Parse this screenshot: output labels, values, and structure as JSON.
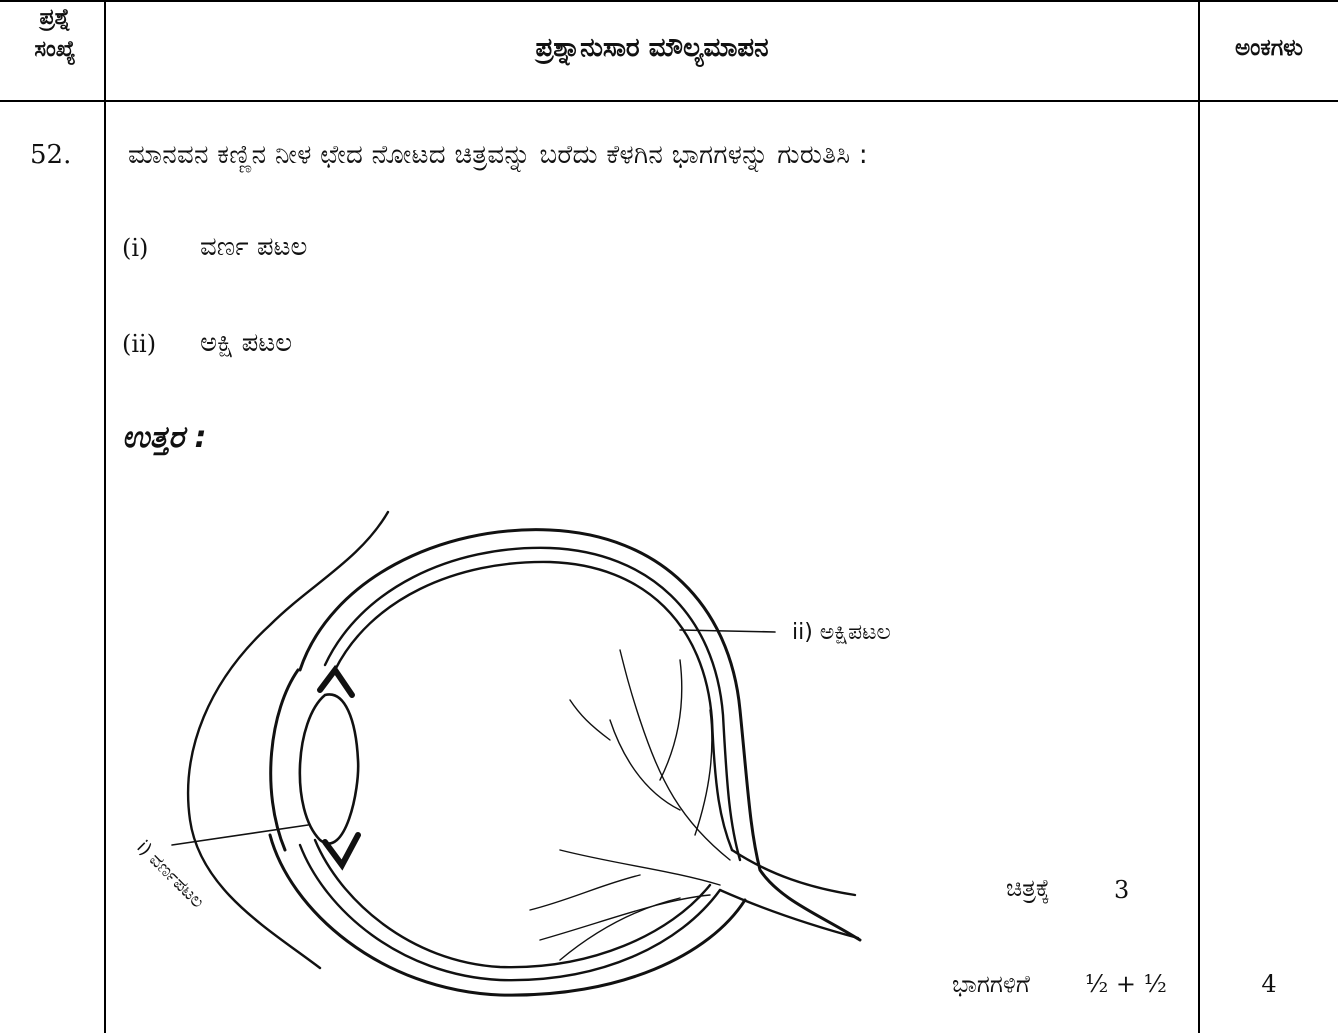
{
  "header": {
    "q_no": "ಪ್ರಶ್ನೆ ಸಂಖ್ಯೆ",
    "q_no_line1": "ಪ್ರಶ್ನೆ",
    "q_no_line2": "ಸಂಖ್ಯೆ",
    "evaluation": "ಪ್ರಶ್ನಾನುಸಾರ ಮೌಲ್ಯಮಾಪನ",
    "marks": "ಅಂಕಗಳು"
  },
  "question": {
    "number": "52.",
    "text": "ಮಾನವನ ಕಣ್ಣಿನ ನೀಳ ಛೇದ ನೋಟದ ಚಿತ್ರವನ್ನು ಬರೆದು ಕೆಳಗಿನ ಭಾಗಗಳನ್ನು ಗುರುತಿಸಿ :",
    "parts": [
      {
        "label": "(i)",
        "text": "ವರ್ಣ ಪಟಲ"
      },
      {
        "label": "(ii)",
        "text": "ಅಕ್ಷಿ ಪಟಲ"
      }
    ]
  },
  "answer": {
    "heading": "ಉತ್ತರ :",
    "diagram_labels": {
      "retina": "ii)  ಅಕ್ಷಿಪಟಲ",
      "iris": "i)  ವರ್ಣಪಟಲ"
    },
    "marking": [
      {
        "text": "ಚಿತ್ರಕ್ಕೆ",
        "value": "3"
      },
      {
        "text": "ಭಾಗಗಳಿಗೆ",
        "value": "½ + ½"
      }
    ],
    "total_marks": "4"
  }
}
